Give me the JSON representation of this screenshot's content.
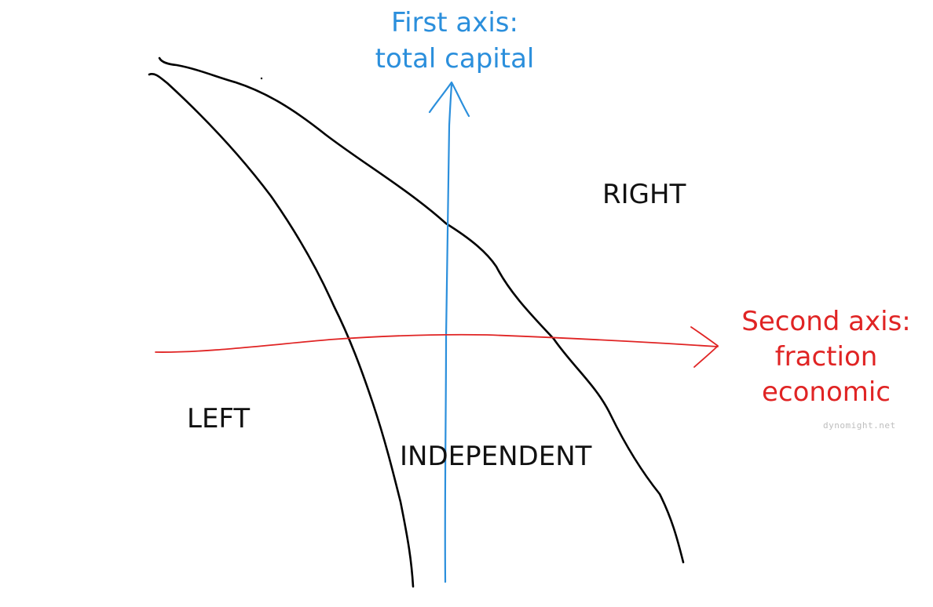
{
  "colors": {
    "first_axis": "#2b8fdc",
    "second_axis": "#e02424",
    "boundary": "#000000",
    "credit": "#bdbdbd"
  },
  "axes": {
    "first": {
      "lines": [
        "First axis:",
        "total capital"
      ]
    },
    "second": {
      "lines": [
        "Second axis:",
        "fraction",
        "economic"
      ]
    }
  },
  "regions": {
    "right": "RIGHT",
    "left": "LEFT",
    "independent": "INDEPENDENT"
  },
  "credit": "dynomight.net"
}
